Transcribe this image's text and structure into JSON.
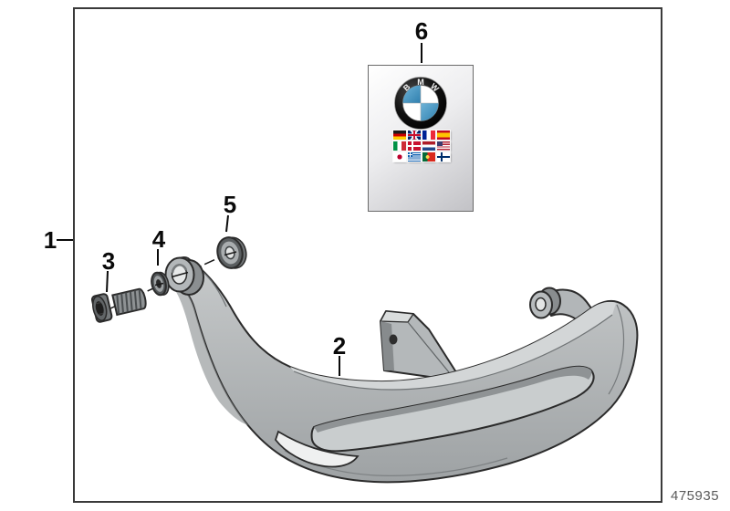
{
  "figure": {
    "part_number": "475935",
    "callouts": [
      {
        "num": "1"
      },
      {
        "num": "2"
      },
      {
        "num": "3"
      },
      {
        "num": "4"
      },
      {
        "num": "5"
      },
      {
        "num": "6"
      }
    ]
  },
  "sticker": {
    "logo_letters": [
      "B",
      "M",
      "W"
    ],
    "flags": [
      "germany",
      "uk",
      "france",
      "spain",
      "italy",
      "denmark",
      "netherlands",
      "usa",
      "japan",
      "greece",
      "portugal",
      "finland"
    ]
  },
  "colors": {
    "bmw_blue": "#4c9dc6",
    "roundel_black": "#0d0d0d",
    "handle_grey": "#aeb2b4",
    "outline_dark": "#2b2b2b",
    "frame_border": "#3a3a3a",
    "part_number_text": "#5a5a5a"
  }
}
